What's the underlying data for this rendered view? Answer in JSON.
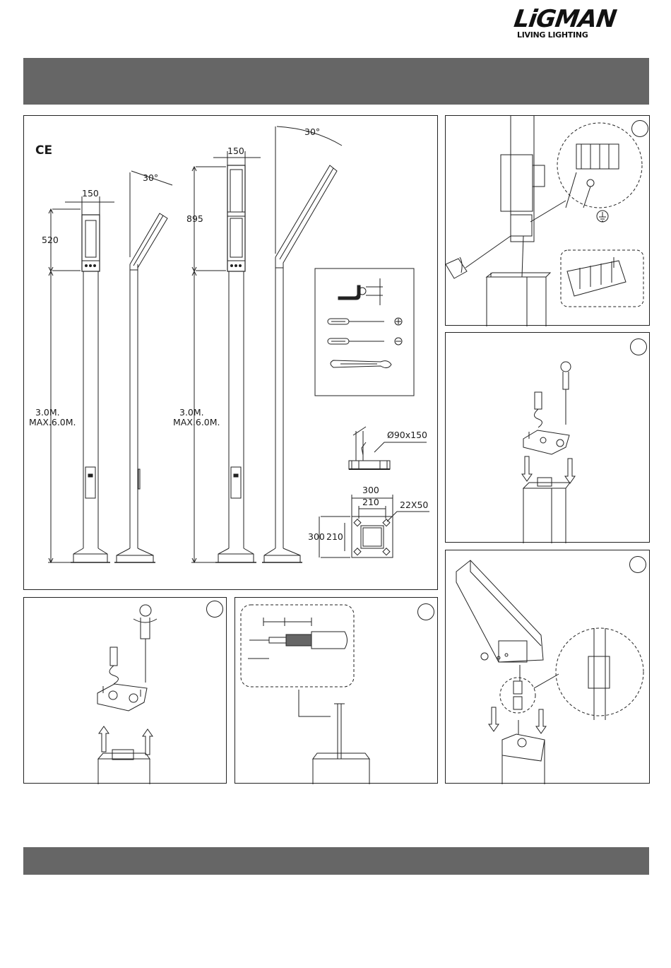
{
  "brand": {
    "name": "LiGMAN",
    "tagline": "LIVING LIGHTING"
  },
  "colors": {
    "banner": "#666666",
    "line": "#222222"
  },
  "main_drawing": {
    "ce_mark": "CE",
    "pole_a": {
      "head_width": "150",
      "head_height": "520",
      "height_label_1": "3.0M.",
      "height_label_2": "MAX.6.0M.",
      "tilt_angle": "30°"
    },
    "pole_b": {
      "head_width": "150",
      "head_height": "895",
      "height_label_1": "3.0M.",
      "height_label_2": "MAX.6.0M.",
      "tilt_angle": "30°"
    },
    "tools": [
      "hex-key-icon",
      "phillips-screwdriver-icon",
      "flat-screwdriver-icon",
      "wrench-icon"
    ],
    "anchor": {
      "diameter_label": "Ø90x150"
    },
    "base_plate": {
      "outer_width": "300",
      "inner_width": "210",
      "outer_height": "300",
      "inner_height": "210",
      "slot_label": "22X50"
    }
  },
  "steps": [
    {
      "id": "step-wiring",
      "icons": [
        "screwdriver-icon",
        "terminal-block-icon",
        "earth-ground-icon"
      ]
    },
    {
      "id": "step-lower-cover",
      "icons": [
        "screwdriver-icon",
        "down-arrow-icon"
      ]
    },
    {
      "id": "step-raise-cover",
      "icons": [
        "screwdriver-icon",
        "up-arrow-icon"
      ]
    },
    {
      "id": "step-cable-strip",
      "icons": [
        "cable-icon"
      ]
    },
    {
      "id": "step-connect-head",
      "icons": [
        "connector-icon",
        "down-arrow-icon"
      ]
    }
  ]
}
